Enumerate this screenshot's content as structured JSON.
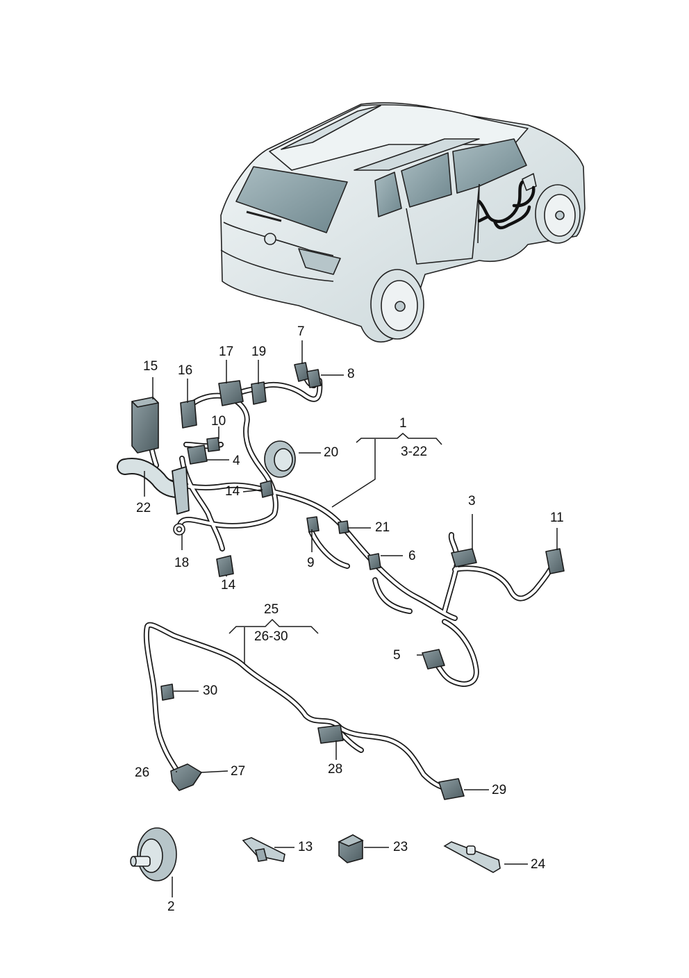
{
  "callouts": {
    "n1": "1",
    "n2": "2",
    "n3": "3",
    "n4": "4",
    "n5": "5",
    "n6": "6",
    "n7": "7",
    "n8": "8",
    "n9": "9",
    "n10": "10",
    "n11": "11",
    "n13": "13",
    "n14a": "14",
    "n14b": "14",
    "n15": "15",
    "n16": "16",
    "n17": "17",
    "n18": "18",
    "n19": "19",
    "n20": "20",
    "n21": "21",
    "n22": "22",
    "n23": "23",
    "n24": "24",
    "n25": "25",
    "n26": "26",
    "n27": "27",
    "n28": "28",
    "n29": "29",
    "n30": "30",
    "range1": "3-22",
    "range25": "26-30"
  },
  "colors": {
    "line": "#1a1a1a",
    "body_fill": "#e4ecee",
    "body_shade": "#c9d6d9",
    "glass": "#8fa7ad",
    "connector": "#5c6b70",
    "connector_light": "#aab8bc"
  }
}
